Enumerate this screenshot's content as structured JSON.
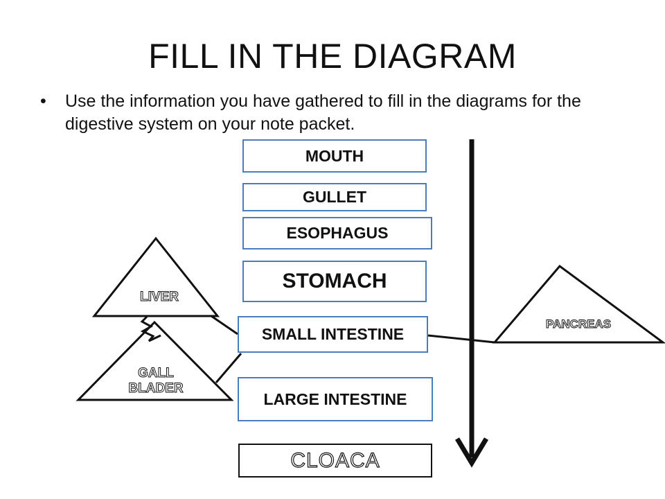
{
  "title": "FILL IN THE DIAGRAM",
  "bullet": {
    "symbol": "•",
    "text": "Use the information you have gathered to fill in the diagrams for the digestive system on your note packet."
  },
  "organs": {
    "mouth": "MOUTH",
    "gullet": "GULLET",
    "esophagus": "ESOPHAGUS",
    "stomach": "STOMACH",
    "small_intestine": "SMALL INTESTINE",
    "large_intestine": "LARGE INTESTINE",
    "cloaca": "CLOACA"
  },
  "accessory": {
    "liver": "LIVER",
    "pancreas": "PANCREAS",
    "gall_bladder": "GALL\nBLADER"
  },
  "colors": {
    "box_border": "#4a7ebb",
    "text": "#111111"
  }
}
